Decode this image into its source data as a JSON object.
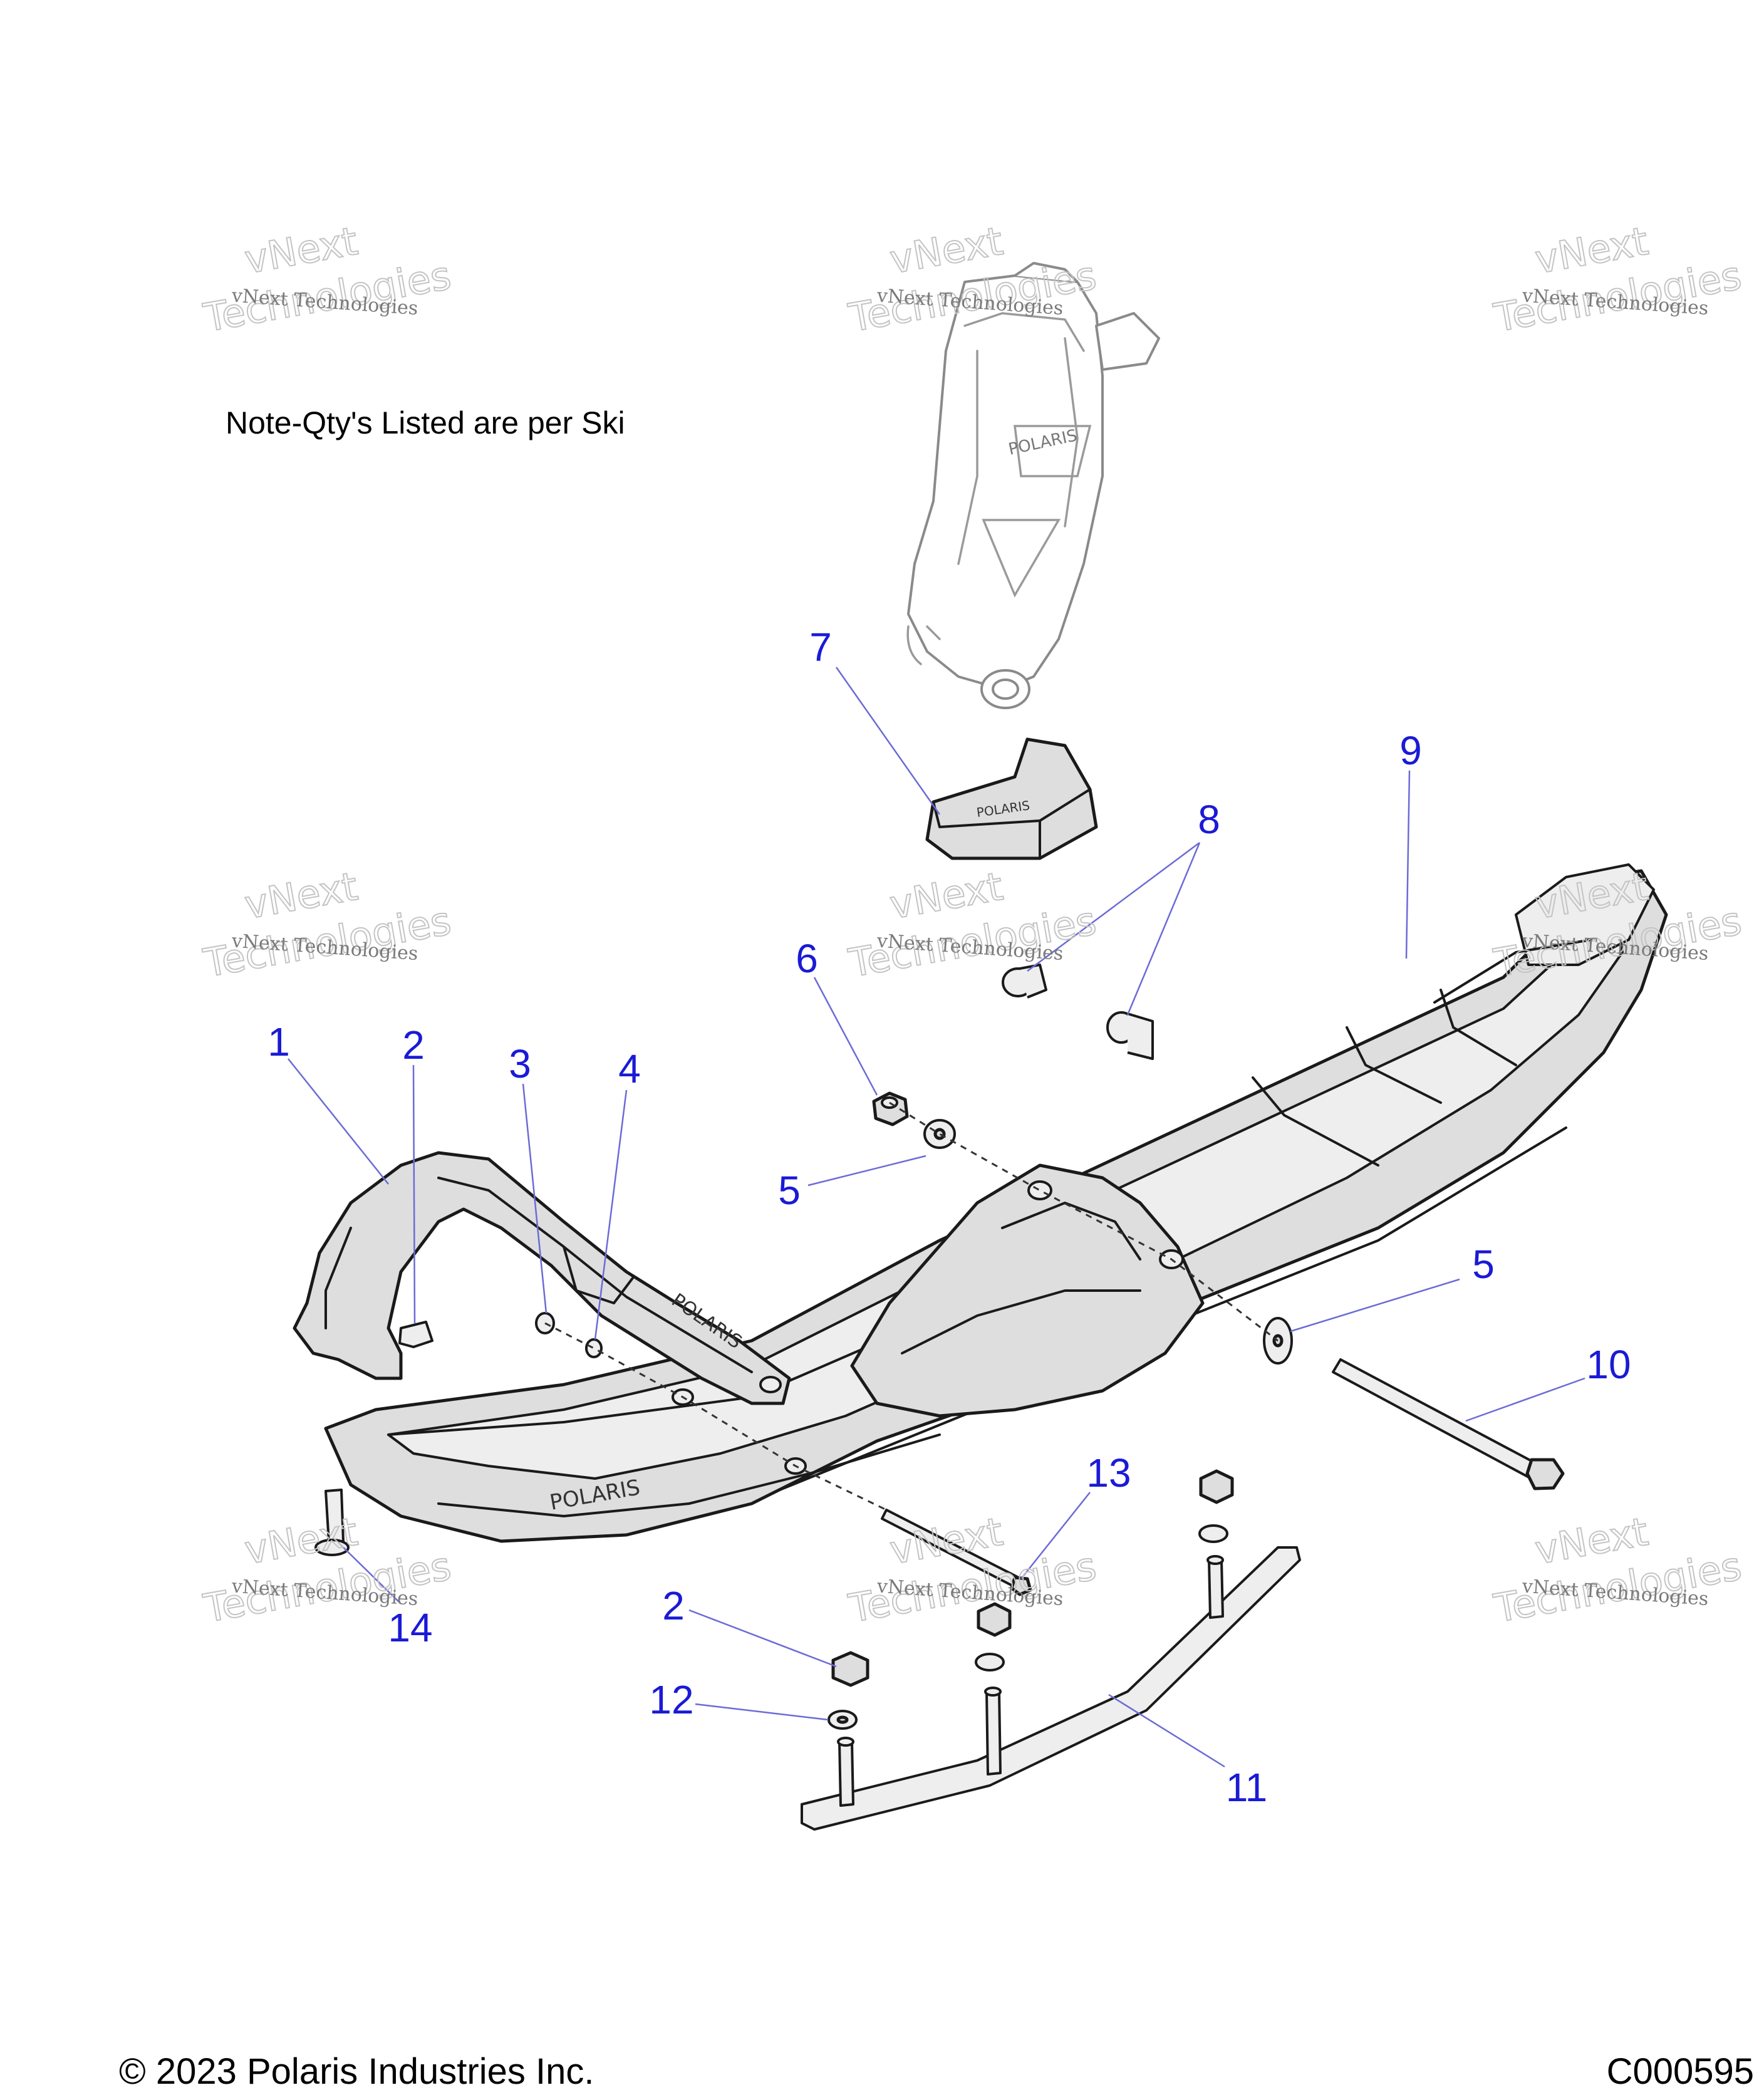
{
  "note": "Note-Qty's Listed are per Ski",
  "copyright": "© 2023 Polaris Industries Inc.",
  "figure_code": "C000595",
  "watermark": {
    "line1": "vNext Technologies",
    "line2": "vNext",
    "line3": "Technologies"
  },
  "brand_mark": "POLARIS",
  "colors": {
    "callout": "#1a1ad6",
    "leader": "#6b6bd6",
    "outline": "#1a1a1a",
    "part_fill": "#dedede"
  },
  "callouts": [
    {
      "id": "c1",
      "label": "1"
    },
    {
      "id": "c2a",
      "label": "2"
    },
    {
      "id": "c3",
      "label": "3"
    },
    {
      "id": "c4",
      "label": "4"
    },
    {
      "id": "c5a",
      "label": "5"
    },
    {
      "id": "c6",
      "label": "6"
    },
    {
      "id": "c7",
      "label": "7"
    },
    {
      "id": "c8",
      "label": "8"
    },
    {
      "id": "c9",
      "label": "9"
    },
    {
      "id": "c5b",
      "label": "5"
    },
    {
      "id": "c10",
      "label": "10"
    },
    {
      "id": "c13",
      "label": "13"
    },
    {
      "id": "c2b",
      "label": "2"
    },
    {
      "id": "c12",
      "label": "12"
    },
    {
      "id": "c14",
      "label": "14"
    },
    {
      "id": "c11",
      "label": "11"
    }
  ]
}
